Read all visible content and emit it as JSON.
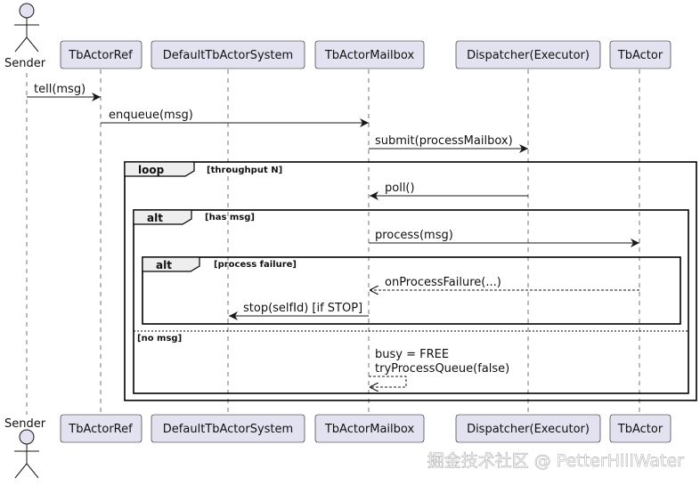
{
  "diagram": {
    "actor": {
      "name": "Sender"
    },
    "participants": [
      {
        "name": "TbActorRef"
      },
      {
        "name": "DefaultTbActorSystem"
      },
      {
        "name": "TbActorMailbox"
      },
      {
        "name": "Dispatcher(Executor)"
      },
      {
        "name": "TbActor"
      }
    ],
    "messages": [
      {
        "label": "tell(msg)"
      },
      {
        "label": "enqueue(msg)"
      },
      {
        "label": "submit(processMailbox)"
      },
      {
        "label": "poll()"
      },
      {
        "label": "process(msg)"
      },
      {
        "label": "onProcessFailure(...)"
      },
      {
        "label": "stop(selfId) [if STOP]"
      },
      {
        "label_line1": "busy = FREE",
        "label_line2": "tryProcessQueue(false)"
      }
    ],
    "fragments": {
      "loop": {
        "keyword": "loop",
        "guard": "[throughput N]"
      },
      "alt_outer": {
        "keyword": "alt",
        "guard": "[has msg]",
        "else_guard": "[no msg]"
      },
      "alt_inner": {
        "keyword": "alt",
        "guard": "[process failure]"
      }
    },
    "colors": {
      "participant_fill": "#e2e2f0",
      "participant_border": "#181818",
      "fragment_header_fill": "#eeeeee",
      "lifeline": "#181818"
    }
  },
  "watermark": "掘金技术社区 @ PetterHillWater"
}
